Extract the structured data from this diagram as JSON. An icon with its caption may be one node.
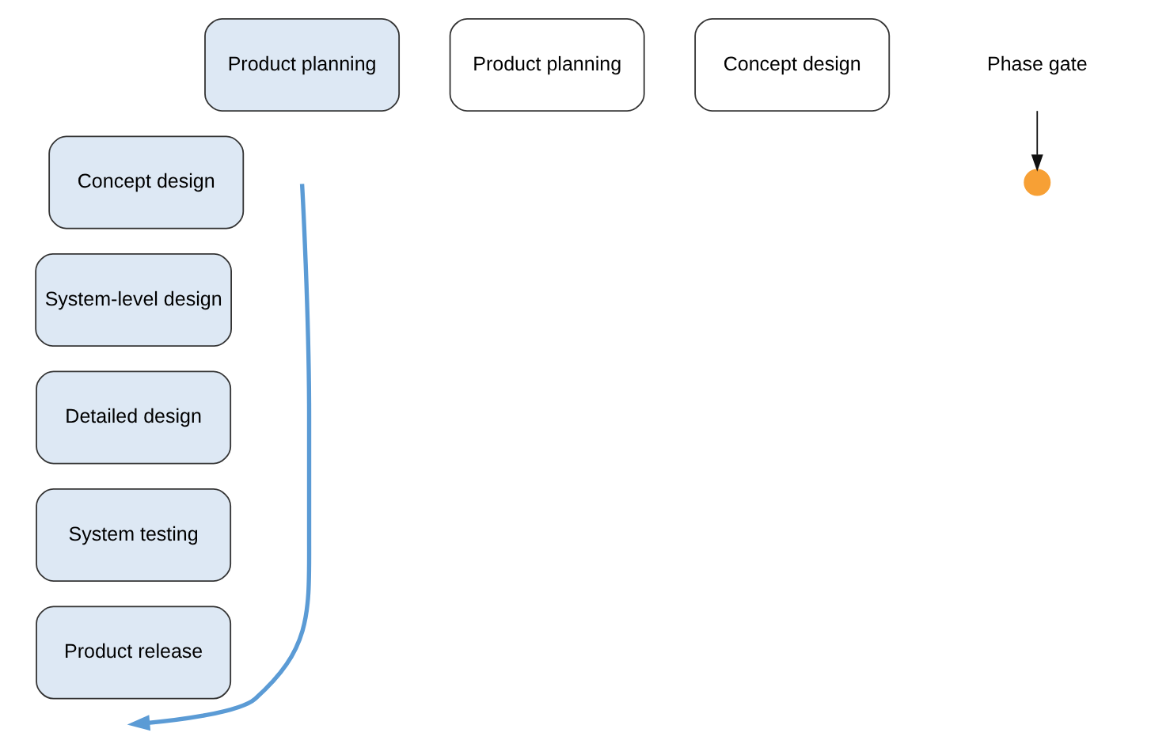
{
  "diagram": {
    "nodes": [
      {
        "text": [
          "Product planning"
        ]
      },
      {
        "text": [
          "Concept design"
        ]
      },
      {
        "text": [
          "System-level design"
        ]
      },
      {
        "text": [
          "Detailed design"
        ]
      },
      {
        "text": [
          "System testing"
        ]
      },
      {
        "text": [
          "Product release"
        ]
      },
      {
        "text": [
          "Product planning"
        ]
      },
      {
        "text": [
          "Concept design"
        ]
      },
      {
        "text": [],
        "shape": "circle"
      },
      {
        "text": [
          "Phase gate"
        ]
      }
    ],
    "edges": [
      {
        "from": 9,
        "to": 8,
        "arrow": "to"
      }
    ]
  }
}
